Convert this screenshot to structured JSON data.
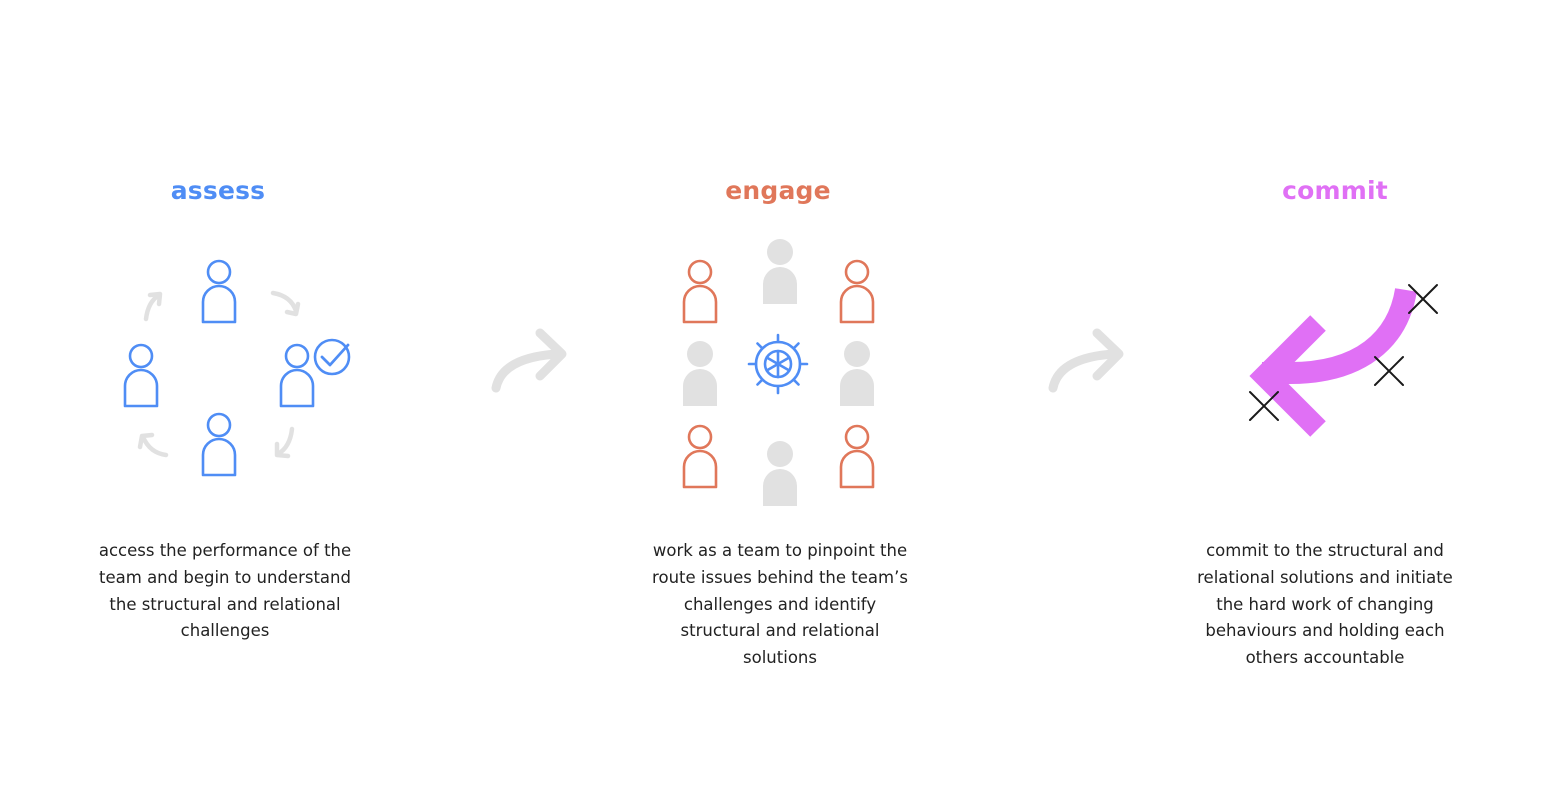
{
  "colors": {
    "assess": "#4f8df5",
    "engage": "#e0775a",
    "commit": "#e070f5",
    "neutral": "#e1e1e1",
    "cross": "#1a1a1a"
  },
  "steps": [
    {
      "title": "assess",
      "description_lines": [
        "access the performance of the",
        "team and begin to understand",
        "the structural and relational",
        "challenges"
      ]
    },
    {
      "title": "engage",
      "description_lines": [
        "work as a team to pinpoint the",
        "route issues behind the team’s",
        "challenges and identify",
        "structural and relational",
        "solutions"
      ]
    },
    {
      "title": "commit",
      "description_lines": [
        "commit to the structural and",
        "relational solutions and initiate",
        "the hard work of changing",
        "behaviours and holding each",
        "others accountable"
      ]
    }
  ],
  "icons": {
    "assess": [
      "person-outline-icon",
      "cycle-arrow-icon",
      "check-circle-icon"
    ],
    "engage": [
      "person-outline-icon",
      "person-filled-icon",
      "ship-wheel-icon"
    ],
    "commit": [
      "curved-back-arrow-icon",
      "cross-mark-icon"
    ],
    "flow": "curved-forward-arrow-icon"
  }
}
